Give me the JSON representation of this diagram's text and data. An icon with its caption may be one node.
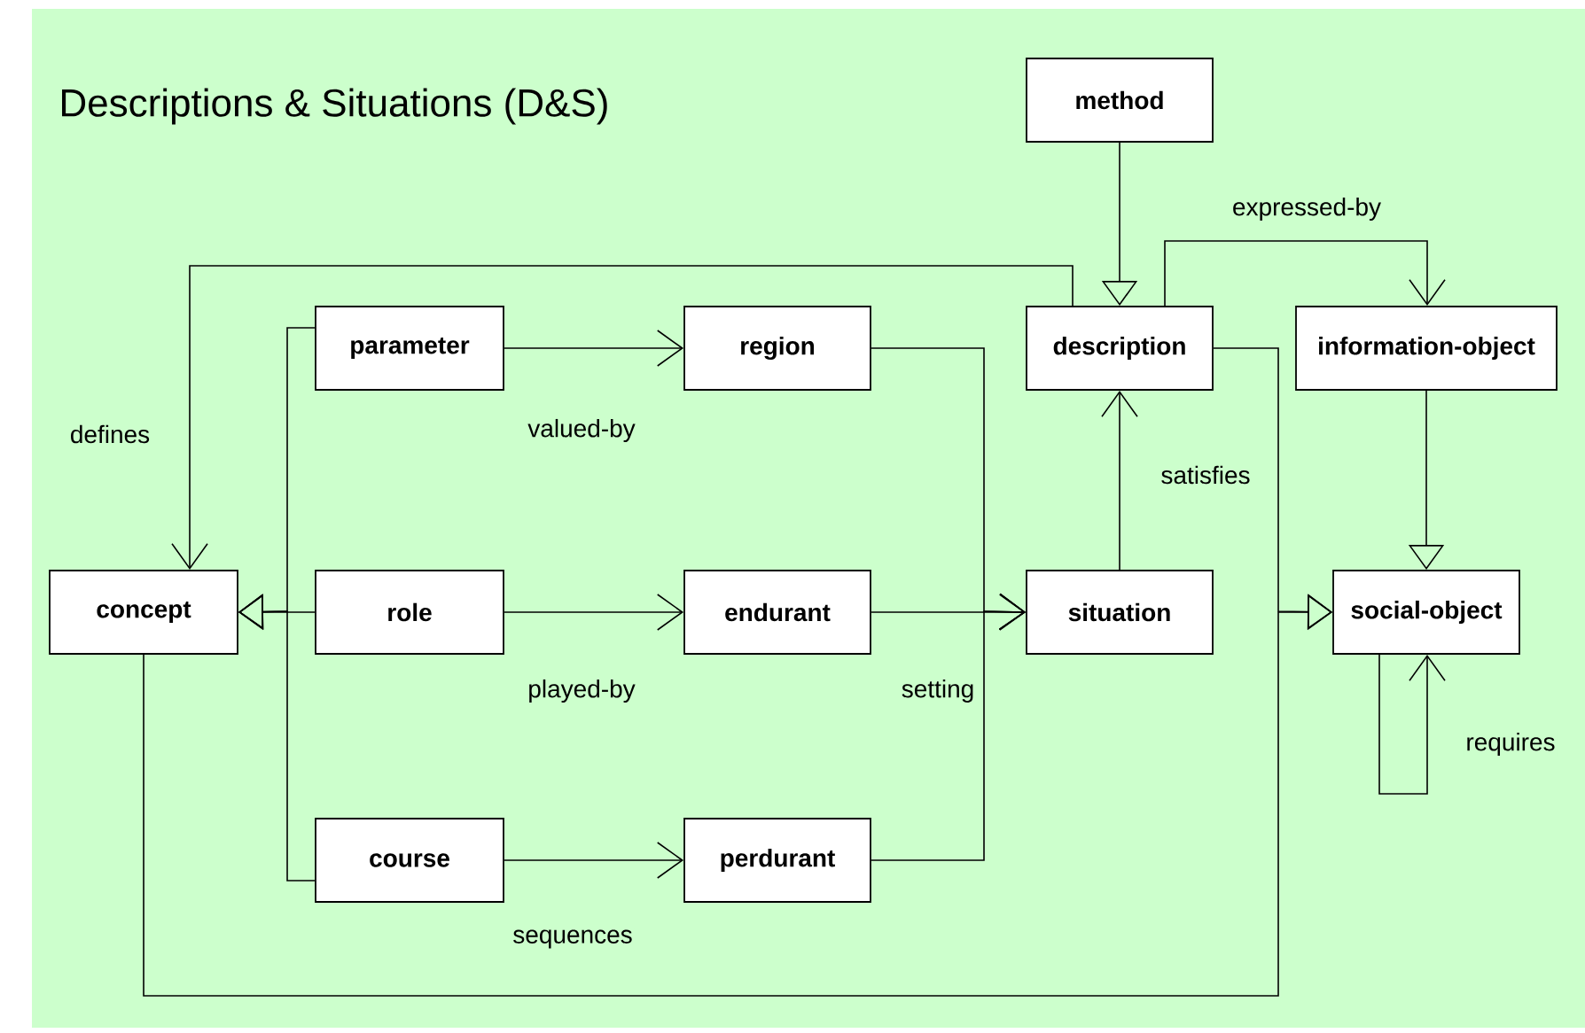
{
  "diagram": {
    "title": "Descriptions & Situations (D&S)",
    "nodes": [
      {
        "text": [
          "method"
        ]
      },
      {
        "text": [
          "parameter"
        ]
      },
      {
        "text": [
          "region"
        ]
      },
      {
        "text": [
          "description"
        ]
      },
      {
        "text": [
          "information-object"
        ]
      },
      {
        "text": [
          "concept"
        ]
      },
      {
        "text": [
          "role"
        ]
      },
      {
        "text": [
          "endurant"
        ]
      },
      {
        "text": [
          "situation"
        ]
      },
      {
        "text": [
          "social-object"
        ]
      },
      {
        "text": [
          "course"
        ]
      },
      {
        "text": [
          "perdurant"
        ]
      }
    ],
    "edges": [
      {
        "from": 0,
        "to": 3,
        "arrow": "to"
      },
      {
        "from": 3,
        "to": 5,
        "arrow": "to",
        "label": "defines"
      },
      {
        "from": 3,
        "to": 4,
        "arrow": "to",
        "label": "expressed-by"
      },
      {
        "from": 4,
        "to": 9,
        "arrow": "to"
      },
      {
        "from": 1,
        "to": 2,
        "arrow": "to",
        "label": "valued-by"
      },
      {
        "from": 6,
        "to": 7,
        "arrow": "to",
        "label": "played-by"
      },
      {
        "from": 10,
        "to": 11,
        "arrow": "to",
        "label": "sequences"
      },
      {
        "from": 1,
        "to": 5,
        "arrow": "to"
      },
      {
        "from": 6,
        "to": 5,
        "arrow": "to"
      },
      {
        "from": 10,
        "to": 5,
        "arrow": "to"
      },
      {
        "from": 2,
        "to": 8,
        "arrow": "to"
      },
      {
        "from": 7,
        "to": 8,
        "arrow": "to"
      },
      {
        "from": 11,
        "to": 8,
        "arrow": "to",
        "label": "setting"
      },
      {
        "from": 8,
        "to": 3,
        "arrow": "to",
        "label": "satisfies"
      },
      {
        "from": 3,
        "to": 9,
        "arrow": "to"
      },
      {
        "from": 5,
        "to": 9,
        "arrow": "to"
      },
      {
        "from": 9,
        "to": 9,
        "arrow": "to",
        "label": "requires"
      }
    ]
  }
}
